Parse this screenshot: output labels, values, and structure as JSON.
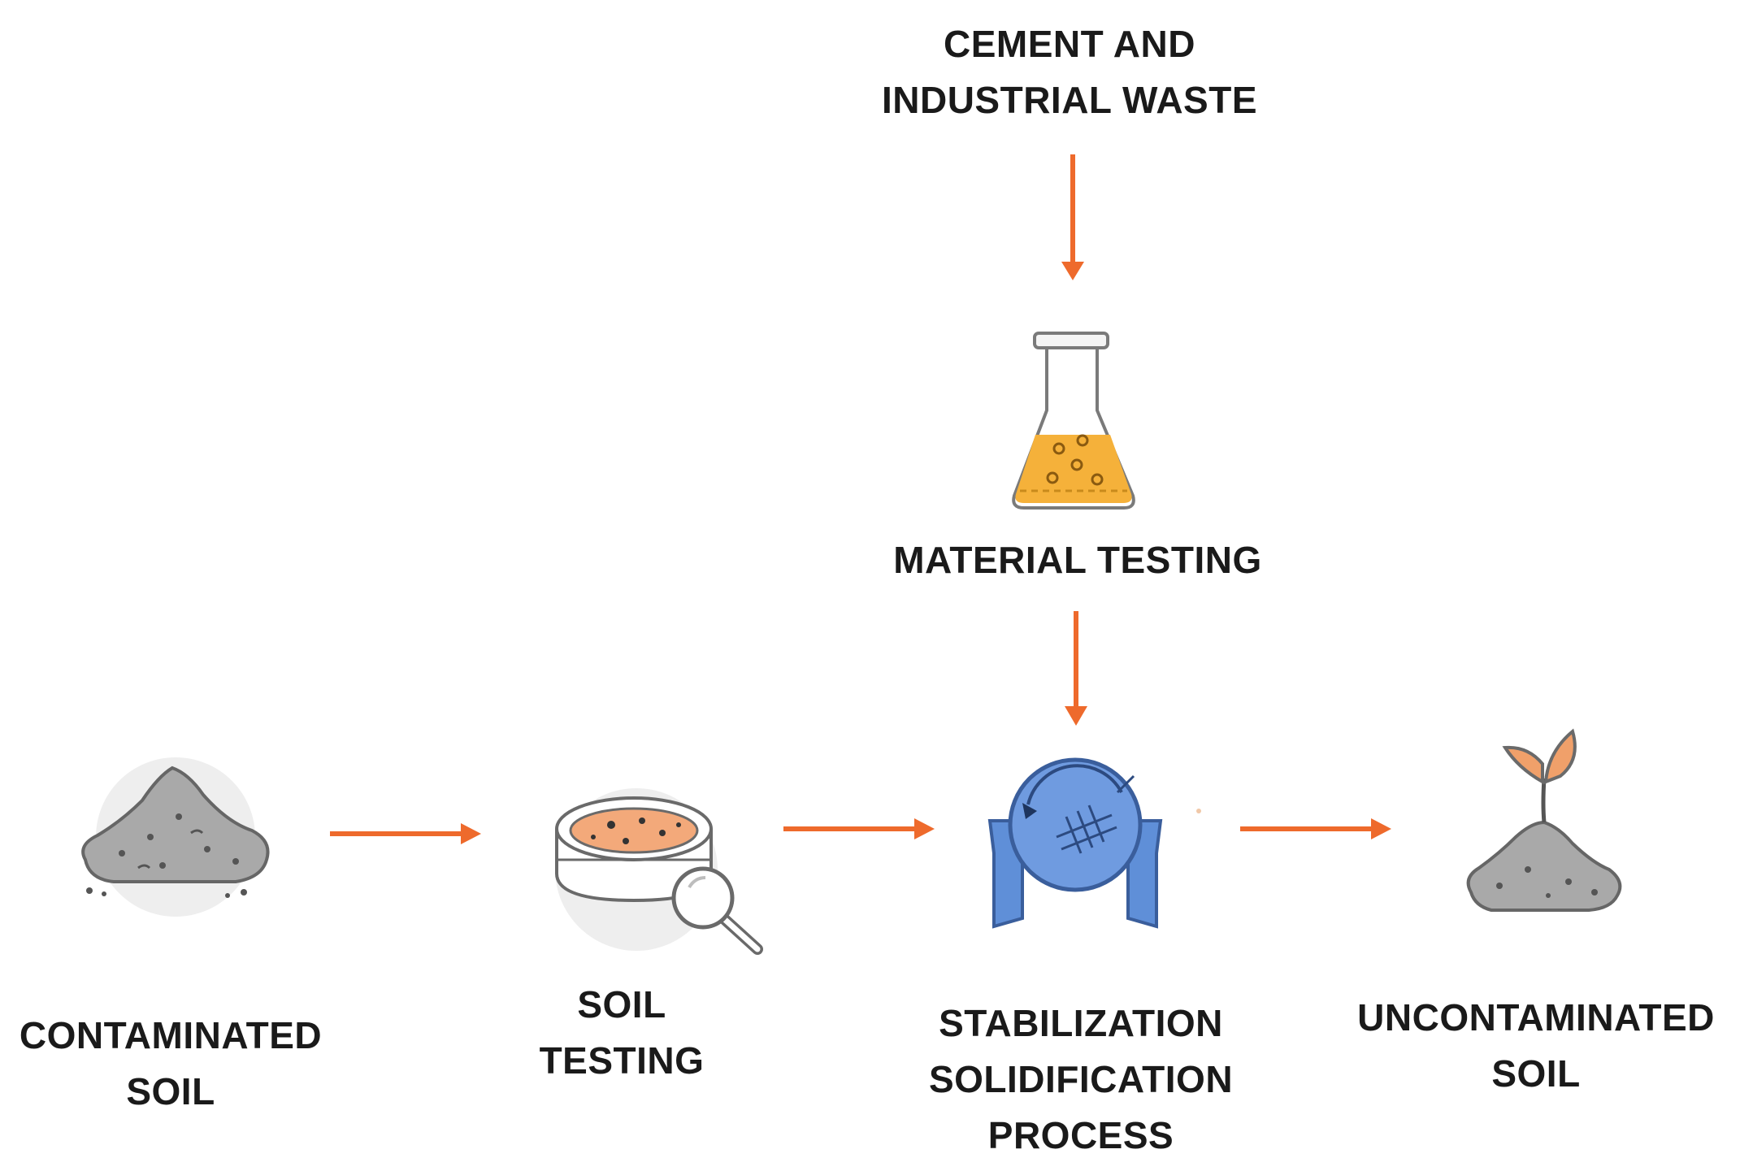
{
  "source": {
    "line1": "CEMENT AND",
    "line2": "INDUSTRIAL WASTE"
  },
  "steps": {
    "material_testing": "MATERIAL TESTING",
    "contaminated_soil": {
      "line1": "CONTAMINATED",
      "line2": "SOIL"
    },
    "soil_testing": {
      "line1": "SOIL",
      "line2": "TESTING"
    },
    "stabilization": {
      "line1": "STABILIZATION",
      "line2": "SOLIDIFICATION",
      "line3": "PROCESS"
    },
    "uncontaminated_soil": {
      "line1": "UNCONTAMINATED",
      "line2": "SOIL"
    }
  },
  "icons": {
    "contaminated_soil": "soil-pile-icon",
    "soil_testing": "petri-dish-magnifier-icon",
    "material_testing": "flask-icon",
    "stabilization": "mixer-drum-icon",
    "uncontaminated_soil": "sprout-soil-icon"
  },
  "colors": {
    "arrow": "#ee6a2c",
    "liquid": "#f5b13a",
    "drum": "#5f8fd8",
    "soil": "#a9a9a9",
    "sample": "#f3a97a",
    "sprout": "#f0a06a"
  }
}
